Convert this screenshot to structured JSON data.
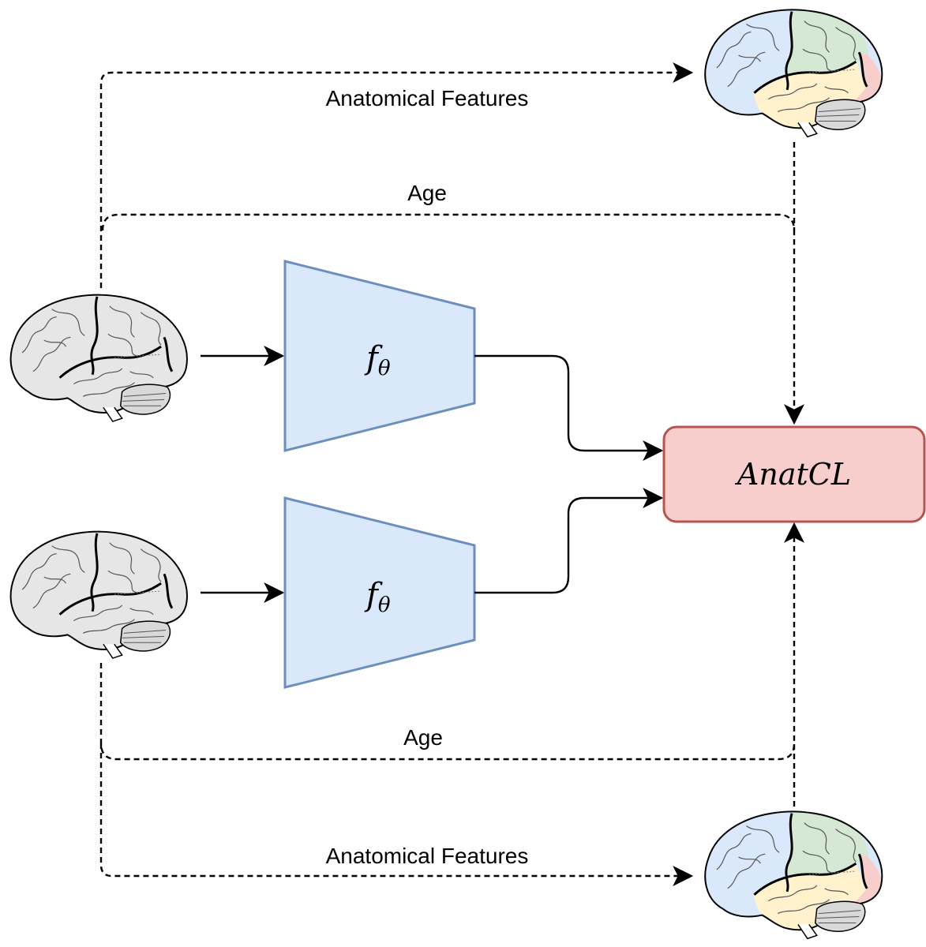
{
  "labels": {
    "anatomical_top": "Anatomical Features",
    "age_top": "Age",
    "age_bottom": "Age",
    "anatomical_bottom": "Anatomical Features"
  },
  "encoders": [
    {
      "symbol": "f",
      "subscript": "θ"
    },
    {
      "symbol": "f",
      "subscript": "θ"
    }
  ],
  "loss_box": {
    "label": "AnatCL"
  },
  "icons": {
    "input_brain": "brain-icon",
    "parcellated_brain": "parcellated-brain-icon"
  },
  "colors": {
    "encoder_fill": "#dae8fc",
    "encoder_stroke": "#6c8ebf",
    "loss_fill": "#f8cecc",
    "loss_stroke": "#b85450",
    "brain_gray": "#e6e6e6",
    "lobe_frontal": "#dae8fc",
    "lobe_parietal": "#d5e8d4",
    "lobe_temporal": "#fff2cc",
    "lobe_occipital": "#f8cecc"
  }
}
